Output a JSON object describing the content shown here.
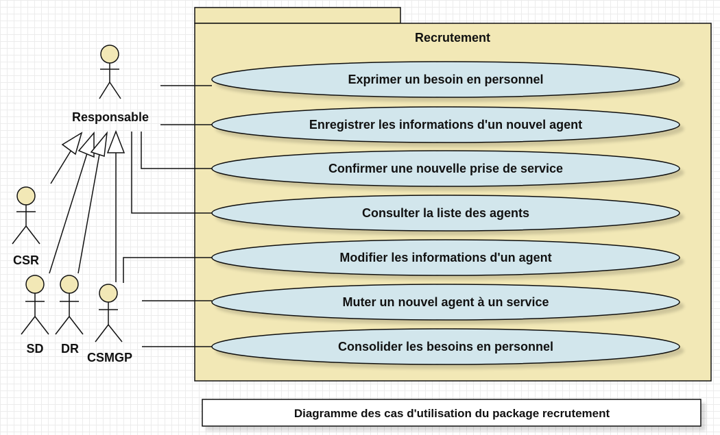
{
  "package": {
    "title": "Recrutement"
  },
  "actors": {
    "responsable": "Responsable",
    "csr": "CSR",
    "sd": "SD",
    "dr": "DR",
    "csmgp": "CSMGP"
  },
  "use_cases": [
    "Exprimer un besoin en personnel",
    "Enregistrer les informations d'un nouvel agent",
    "Confirmer une nouvelle prise de service",
    "Consulter la liste des agents",
    "Modifier les informations d'un agent",
    "Muter un nouvel agent à un service",
    "Consolider les besoins en personnel"
  ],
  "caption": "Diagramme des cas d'utilisation du package recrutement",
  "colors": {
    "package_fill": "#f2e8b6",
    "use_case_fill": "#d2e6ec",
    "actor_fill": "#f2e8b6",
    "stroke": "#111111"
  }
}
